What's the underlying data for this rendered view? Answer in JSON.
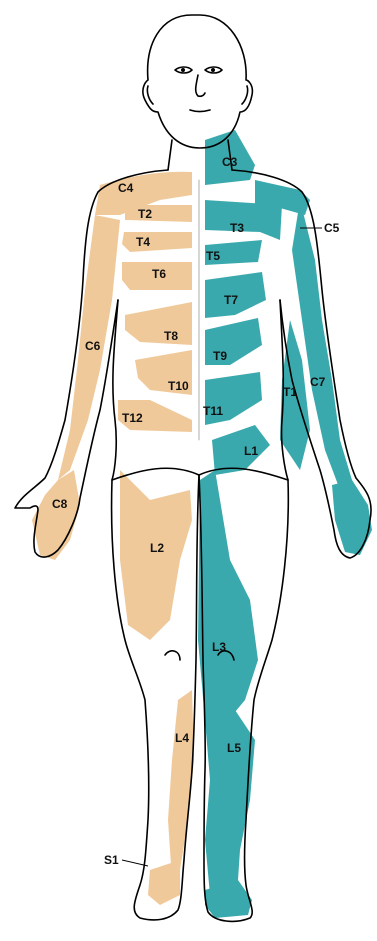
{
  "colors": {
    "left_side_fill": "#f0c99a",
    "right_side_fill": "#3aa9ad",
    "outline": "#000000",
    "background": "#ffffff"
  },
  "labels": {
    "C3": "C3",
    "C4": "C4",
    "C5": "C5",
    "C6": "C6",
    "C7": "C7",
    "C8": "C8",
    "T1": "T1",
    "T2": "T2",
    "T3": "T3",
    "T4": "T4",
    "T5": "T5",
    "T6": "T6",
    "T7": "T7",
    "T8": "T8",
    "T9": "T9",
    "T10": "T10",
    "T11": "T11",
    "T12": "T12",
    "L1": "L1",
    "L2": "L2",
    "L3": "L3",
    "L4": "L4",
    "L5": "L5",
    "S1": "S1"
  }
}
